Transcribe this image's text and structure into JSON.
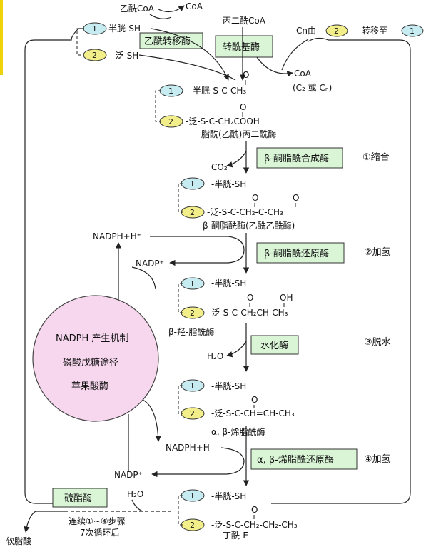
{
  "colors": {
    "acp_blue": "#c6ecf2",
    "acp_yellow": "#f2ee8a",
    "enzyme_box": "#d9f5d6",
    "circle_fill": "#f7d7ee",
    "left_bar": "#f0d20a",
    "line": "#222222"
  },
  "top": {
    "acetyl_coa": "乙酰CoA",
    "coa_out": "CoA",
    "malonyl_coa": "丙二酰CoA",
    "cn_from": "Cn由",
    "transfer_to": "转移至",
    "enzyme_acetyl": "乙酰转移酶",
    "enzyme_transacyl": "转酰基酶",
    "coa_out2": "CoA",
    "c2_or_cn": "(C₂ 或 Cₙ)",
    "badge_1": "1",
    "badge_2": "2",
    "badge_1b": "1",
    "cys_sh": "半胱-SH",
    "pan_sh": "-泛-SH"
  },
  "stage0": {
    "badge_1": "1",
    "badge_2": "2",
    "line1": "半胱-S-C-CH₃",
    "carbonyl": "O",
    "line2": "-泛-S-C-CH₂COOH",
    "carbonyl2": "O",
    "name": "脂酰(乙酰)丙二酰酶"
  },
  "step1": {
    "co2": "CO₂",
    "enzyme": "β-酮脂酰合成酶",
    "label": "①缩合",
    "badge_1": "1",
    "badge_2": "2",
    "line1": "-半胱-SH",
    "line2": "-泛-S-C-CH₂-C-CH₃",
    "carbonyl_a": "O",
    "carbonyl_b": "O",
    "name": "β-酮脂酰酶(乙酰乙酰酶)"
  },
  "step2": {
    "nadph": "NADPH+H⁺",
    "nadp": "NADP⁺",
    "enzyme": "β-酮脂酰还原酶",
    "label": "②加氢",
    "badge_1": "1",
    "badge_2": "2",
    "line1": "-半胱-SH",
    "line2": "-泛-S-C-CH₂CH-CH₃",
    "carbonyl": "O",
    "oh": "OH",
    "name": "β-羟-脂酰酶"
  },
  "step3": {
    "h2o": "H₂O",
    "enzyme": "水化酶",
    "label": "③脱水",
    "badge_1": "1",
    "badge_2": "2",
    "line1": "-半胱-SH",
    "line2": "-泛-S-C-CH=CH-CH₃",
    "carbonyl": "O",
    "name": "α, β-烯脂酰酶"
  },
  "step4": {
    "nadph": "NADPH+H",
    "nadp": "NADP⁺",
    "enzyme": "α, β-烯脂酰还原酶",
    "label": "④加氢",
    "badge_1": "1",
    "badge_2": "2",
    "line1": "-半胱-SH",
    "line2": "-泛-S-C-CH₂-CH₂-CH₃",
    "carbonyl": "O",
    "name": "丁酰-E"
  },
  "circle": {
    "line1": "NADPH 产生机制",
    "line2": "磷酸戊糖途径",
    "line3": "苹果酸酶"
  },
  "bottom": {
    "thioesterase": "硫酯酶",
    "h2o": "H₂O",
    "loop1": "连续①~④步骤",
    "loop2": "7次循环后",
    "product": "软脂酸"
  }
}
